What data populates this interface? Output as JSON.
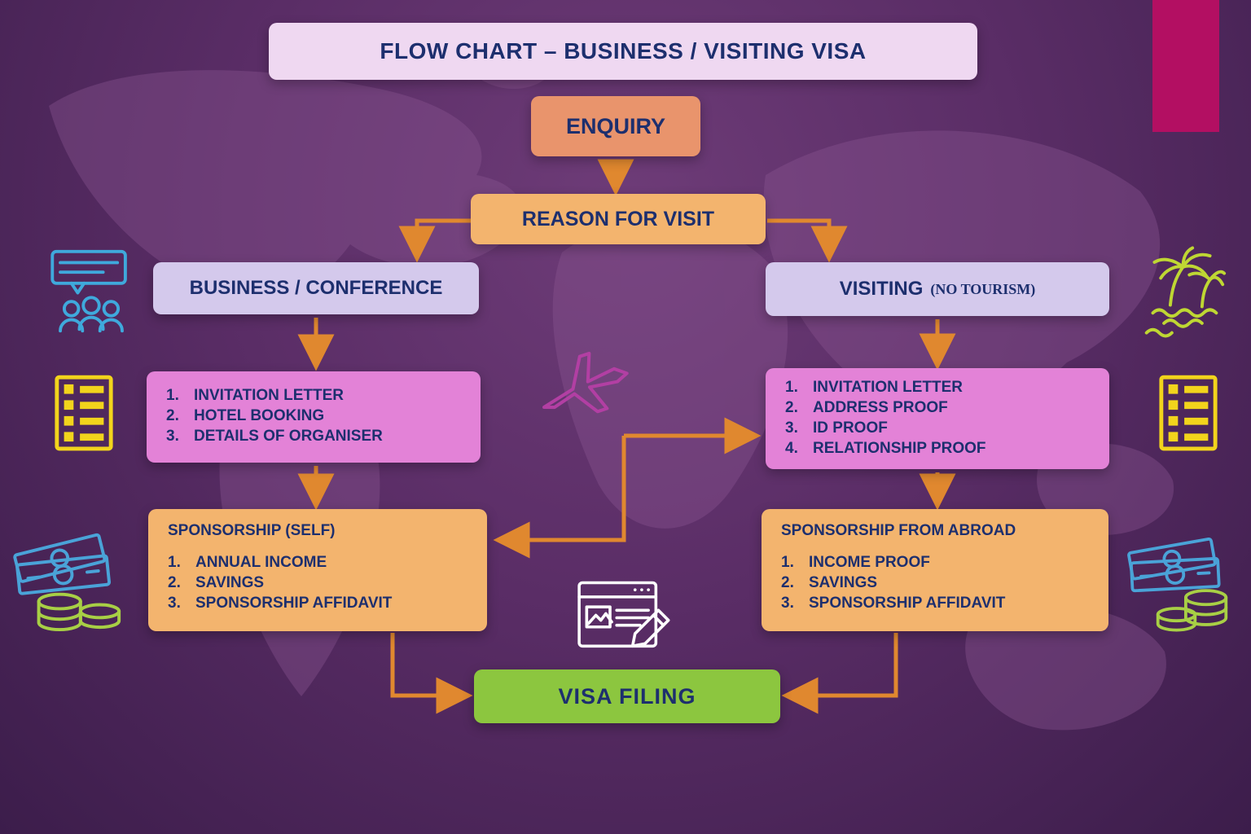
{
  "page": {
    "title": "FLOW CHART – BUSINESS / VISITING VISA"
  },
  "nodes": {
    "enquiry": {
      "label": "ENQUIRY"
    },
    "reason": {
      "label": "REASON FOR VISIT"
    },
    "business": {
      "label": "BUSINESS / CONFERENCE"
    },
    "visiting": {
      "label": "VISITING",
      "sublabel": "(NO TOURISM)"
    },
    "business_requirements": {
      "items": [
        "INVITATION LETTER",
        "HOTEL BOOKING",
        "DETAILS OF ORGANISER"
      ]
    },
    "visiting_requirements": {
      "items": [
        "INVITATION LETTER",
        "ADDRESS PROOF",
        "ID PROOF",
        "RELATIONSHIP PROOF"
      ]
    },
    "sponsorship_self": {
      "title": "SPONSORSHIP (SELF)",
      "items": [
        "ANNUAL INCOME",
        "SAVINGS",
        "SPONSORSHIP AFFIDAVIT"
      ]
    },
    "sponsorship_abroad": {
      "title": "SPONSORSHIP FROM ABROAD",
      "items": [
        "INCOME PROOF",
        "SAVINGS",
        "SPONSORSHIP AFFIDAVIT"
      ]
    },
    "visa_filing": {
      "label": "VISA FILING"
    }
  },
  "icons": {
    "top_left": "speech-bubble-people",
    "top_right": "palm-island",
    "mid_left": "building-windows",
    "mid_right": "building-windows",
    "bottom_left": "banknotes-and-coins",
    "bottom_right": "banknotes-and-coins",
    "center": "airplane",
    "center_bottom": "visa-document-pencil"
  },
  "colors": {
    "background": "#5a2d66",
    "accent_bar": "#b30f62",
    "arrow": "#e0882f",
    "title_bg": "#efd8f1",
    "enquiry_bg": "#e9946c",
    "reason_bg": "#f3b46e",
    "branch_bg": "#d4c9ec",
    "requirements_bg": "#e382d7",
    "sponsorship_bg": "#f3b46e",
    "visa_bg": "#8cc63f",
    "text": "#1d2f6e"
  }
}
